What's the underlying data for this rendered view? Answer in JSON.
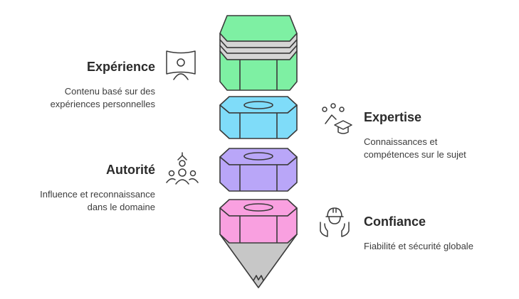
{
  "sections": [
    {
      "id": "experience",
      "title": "Expérience",
      "description_lines": [
        "Contenu basé sur des",
        "expériences personnelles"
      ],
      "color": "#7ef0a3",
      "icon": "person-frame-icon"
    },
    {
      "id": "expertise",
      "title": "Expertise",
      "description_lines": [
        "Connaissances et",
        "compétences sur le sujet"
      ],
      "color": "#7fdcf9",
      "icon": "graduation-cap-icon"
    },
    {
      "id": "autorite",
      "title": "Autorité",
      "description_lines": [
        "Influence et reconnaissance",
        "dans le domaine"
      ],
      "color": "#b9a6f8",
      "icon": "group-leader-icon"
    },
    {
      "id": "confiance",
      "title": "Confiance",
      "description_lines": [
        "Fiabilité et sécurité globale"
      ],
      "color": "#f9a0e0",
      "icon": "protected-worker-icon"
    }
  ],
  "pencil": {
    "tip_color": "#c7c7c7",
    "band_color": "#d5d5d5",
    "outline_color": "#3a3a3a"
  }
}
